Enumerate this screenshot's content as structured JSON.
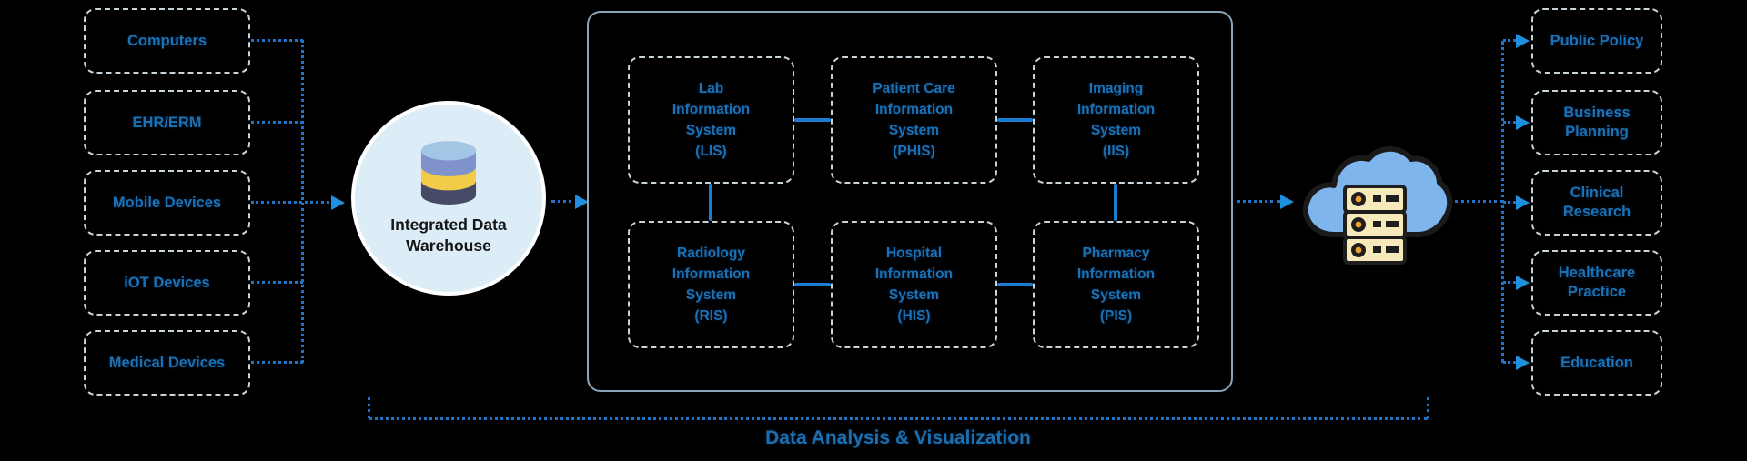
{
  "canvas": {
    "bg": "#000000"
  },
  "colors": {
    "node_text": "#1a72b4",
    "dashed_border": "#c9d3da",
    "dotted_line": "#1d74c8",
    "solid_line": "#1b7cd0",
    "arrowhead": "#1e90dd",
    "container_border": "#8aa4b8",
    "circle_fill": "#ddedf7",
    "footer_text": "#1b6fae"
  },
  "sources": {
    "items": [
      {
        "label": "Computers"
      },
      {
        "label": "EHR/ERM"
      },
      {
        "label": "Mobile Devices"
      },
      {
        "label": "iOT Devices"
      },
      {
        "label": "Medical Devices"
      }
    ]
  },
  "warehouse": {
    "label": "Integrated Data Warehouse",
    "icon": "database-icon"
  },
  "systems": {
    "items": [
      {
        "abbr": "LIS",
        "lines": [
          "Lab",
          "Information",
          "System",
          "(LIS)"
        ]
      },
      {
        "abbr": "PHIS",
        "lines": [
          "Patient Care",
          "Information",
          "System",
          "(PHIS)"
        ]
      },
      {
        "abbr": "IIS",
        "lines": [
          "Imaging",
          "Information",
          "System",
          "(IIS)"
        ]
      },
      {
        "abbr": "RIS",
        "lines": [
          "Radiology",
          "Information",
          "System",
          "(RIS)"
        ]
      },
      {
        "abbr": "HIS",
        "lines": [
          "Hospital",
          "Information",
          "System",
          "(HIS)"
        ]
      },
      {
        "abbr": "PIS",
        "lines": [
          "Pharmacy",
          "Information",
          "System",
          "(PIS)"
        ]
      }
    ]
  },
  "cloud": {
    "icon": "cloud-server-icon"
  },
  "outputs": {
    "items": [
      {
        "label": "Public Policy"
      },
      {
        "label": "Business Planning"
      },
      {
        "label": "Clinical Research"
      },
      {
        "label": "Healthcare Practice"
      },
      {
        "label": "Education"
      }
    ]
  },
  "footer": {
    "label": "Data Analysis & Visualization"
  }
}
